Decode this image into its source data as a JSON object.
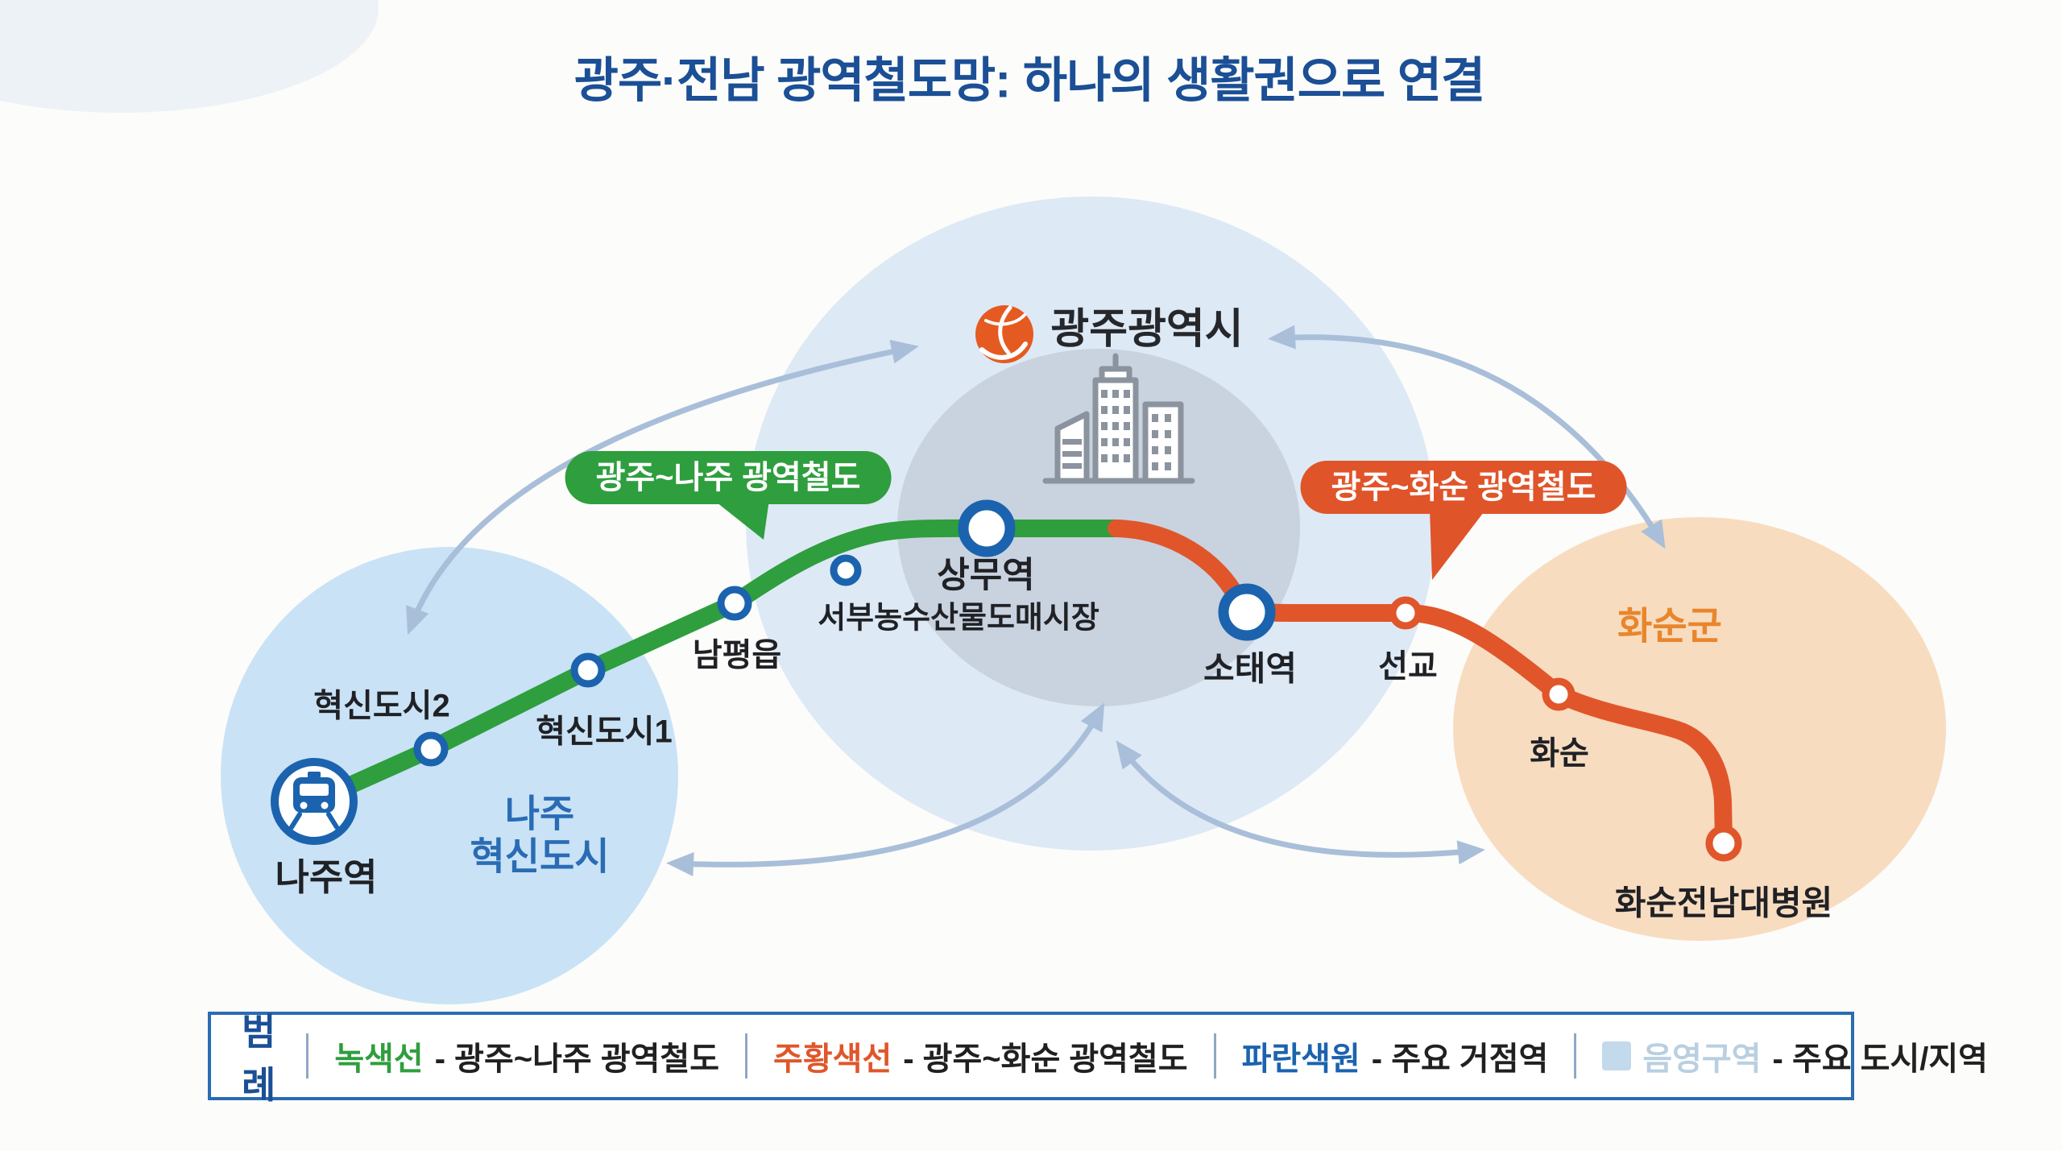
{
  "title": "광주·전남 광역철도망: 하나의 생활권으로 연결",
  "regions": {
    "gwangju": {
      "label": "광주광역시"
    },
    "naju": {
      "line1": "나주",
      "line2": "혁신도시"
    },
    "hwasun": {
      "label": "화순군"
    }
  },
  "badges": {
    "green": "광주~나주 광역철도",
    "orange": "광주~화순 광역철도"
  },
  "stations": [
    {
      "name": "najuyeok",
      "label": "나주역"
    },
    {
      "name": "hyeoksindosi2",
      "label": "혁신도시2"
    },
    {
      "name": "hyeoksindosi1",
      "label": "혁신도시1"
    },
    {
      "name": "nampyeongeup",
      "label": "남평읍"
    },
    {
      "name": "seobu-market",
      "label": "서부농수산물도매시장"
    },
    {
      "name": "sangmuyeok",
      "label": "상무역"
    },
    {
      "name": "sotaeyeok",
      "label": "소태역"
    },
    {
      "name": "seongyo",
      "label": "선교"
    },
    {
      "name": "hwasun",
      "label": "화순"
    },
    {
      "name": "hwasun-jeonnam-hospital",
      "label": "화순전남대병원"
    }
  ],
  "legend": {
    "title": "범례",
    "items": [
      {
        "key": "녹색선",
        "desc": "- 광주~나주 광역철도"
      },
      {
        "key": "주황색선",
        "desc": "- 광주~화순 광역철도"
      },
      {
        "key": "파란색원",
        "desc": "- 주요 거점역"
      },
      {
        "key": "음영구역",
        "desc": "- 주요 도시/지역"
      }
    ]
  },
  "colors": {
    "green_line": "#2f9e3e",
    "orange_line": "#e0562a",
    "station_blue": "#1b63ae",
    "arrow": "#a9bed9",
    "region_naju": "#c9e2f6",
    "region_gwangju_outer": "#dde9f5",
    "region_gwangju_inner": "#c7cfdc",
    "region_hwasun": "#f8dcc0",
    "title_blue": "#1b4f96",
    "shade_swatch": "#c3d9ec"
  }
}
